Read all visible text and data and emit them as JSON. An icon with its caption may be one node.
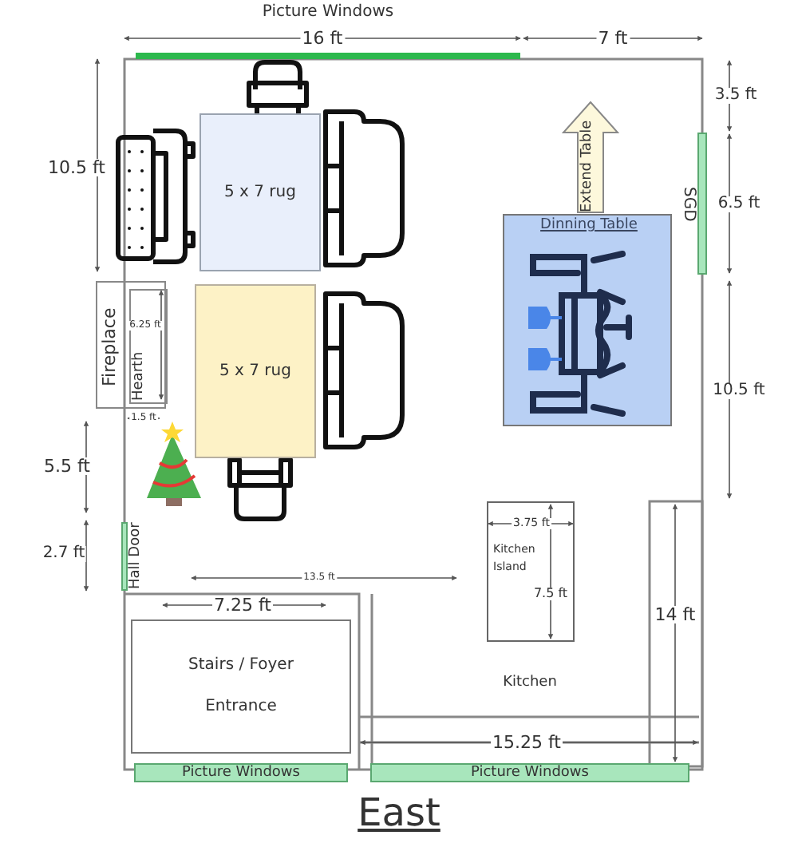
{
  "diagram": {
    "caption": "East",
    "nodes": [
      {
        "text": [
          "Picture Windows"
        ]
      },
      {
        "text": [
          "5 x 7 rug"
        ]
      },
      {
        "text": [
          "5 x 7 rug"
        ]
      },
      {
        "text": [
          "Fireplace"
        ]
      },
      {
        "text": [
          "Hearth"
        ],
        "in": 3
      },
      {
        "text": [
          "Dinning Table"
        ]
      },
      {
        "text": [
          "Extend Table"
        ]
      },
      {
        "text": [
          "SGD"
        ]
      },
      {
        "text": [
          "Hall Door"
        ]
      },
      {
        "text": [
          "Kitchen Island"
        ]
      },
      {
        "text": [
          "Stairs / Foyer",
          "Entrance"
        ]
      },
      {
        "text": [
          "Picture Windows"
        ]
      },
      {
        "text": [
          "Picture Windows"
        ]
      }
    ],
    "labels": [
      "16 ft",
      "7 ft",
      "3.5 ft",
      "10.5 ft",
      "6.5 ft",
      "6.25 ft",
      "10.5 ft",
      "1.5 ft",
      "5.5 ft",
      "2.7 ft",
      "3.75 ft",
      "13.5 ft",
      "7.25 ft",
      "7.5 ft",
      "14 ft",
      "Kitchen",
      "15.25 ft"
    ]
  }
}
